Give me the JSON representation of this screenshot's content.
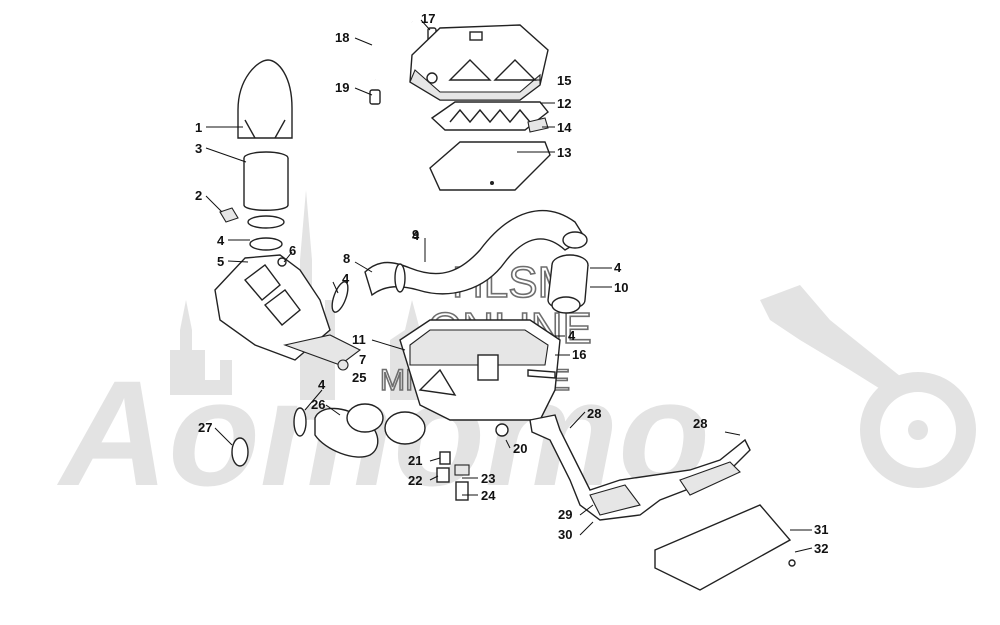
{
  "watermark": {
    "line1": "HLSM",
    "line2": "ONLINE",
    "line3": "MICROFICHE",
    "brand": "Aomomo"
  },
  "callouts": [
    "1",
    "2",
    "3",
    "4",
    "4",
    "4",
    "4",
    "4",
    "4",
    "5",
    "6",
    "7",
    "8",
    "9",
    "10",
    "11",
    "12",
    "13",
    "14",
    "15",
    "16",
    "17",
    "18",
    "19",
    "20",
    "21",
    "22",
    "23",
    "24",
    "25",
    "26",
    "27",
    "28",
    "28",
    "29",
    "30",
    "31",
    "32"
  ]
}
